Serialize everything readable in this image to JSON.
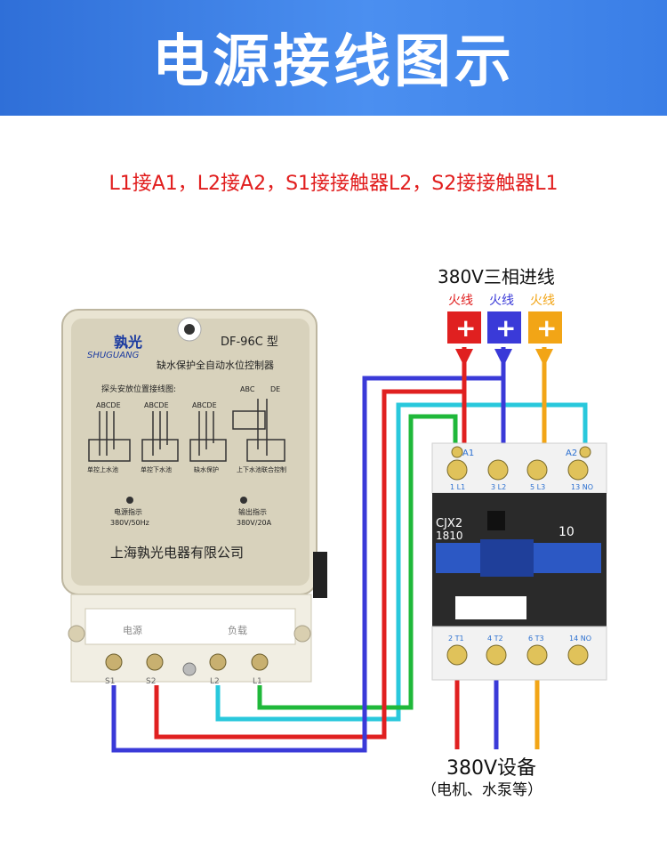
{
  "header": {
    "title": "电源接线图示"
  },
  "instruction": "L1接A1，L2接A2，S1接接触器L2，S2接接触器L1",
  "power_input": {
    "title": "380V三相进线",
    "phases": [
      {
        "label": "火线",
        "color": "#e02020",
        "symbol": "+"
      },
      {
        "label": "火线",
        "color": "#3a3ad8",
        "symbol": "+"
      },
      {
        "label": "火线",
        "color": "#f2a516",
        "symbol": "+"
      }
    ]
  },
  "controller": {
    "brand_cn": "孰光",
    "brand_en": "SHUGUANG",
    "model": "DF-96C 型",
    "subtitle": "缺水保护全自动水位控制器",
    "probe_title": "探头安放位置接线图:",
    "probe_letters_1": "ABCDE",
    "probe_letters_2": "ABCDE",
    "probe_letters_3": "ABCDE",
    "probe_letters_4a": "ABC",
    "probe_letters_4b": "DE",
    "modes": [
      "单控上水池",
      "单控下水池",
      "缺水保护",
      "上下水池联合控制"
    ],
    "power_indicator": "电源指示",
    "power_rating": "380V/50Hz",
    "output_indicator": "输出指示",
    "output_rating": "380V/20A",
    "company": "上海孰光电器有限公司",
    "terminal_group_left": "电源",
    "terminal_group_right": "负载",
    "terminals": [
      "S1",
      "S2",
      "L2",
      "L1"
    ]
  },
  "contactor": {
    "model": "CJX2",
    "code": "1810",
    "contact": "10",
    "top_markers": [
      "A1",
      "A2"
    ],
    "top_terminals": [
      "1 L1",
      "3 L2",
      "5 L3",
      "13 NO"
    ],
    "bottom_terminals": [
      "2 T1",
      "4 T2",
      "6 T3",
      "14 NO"
    ]
  },
  "output": {
    "title": "380V设备",
    "subtitle": "（电机、水泵等）"
  }
}
